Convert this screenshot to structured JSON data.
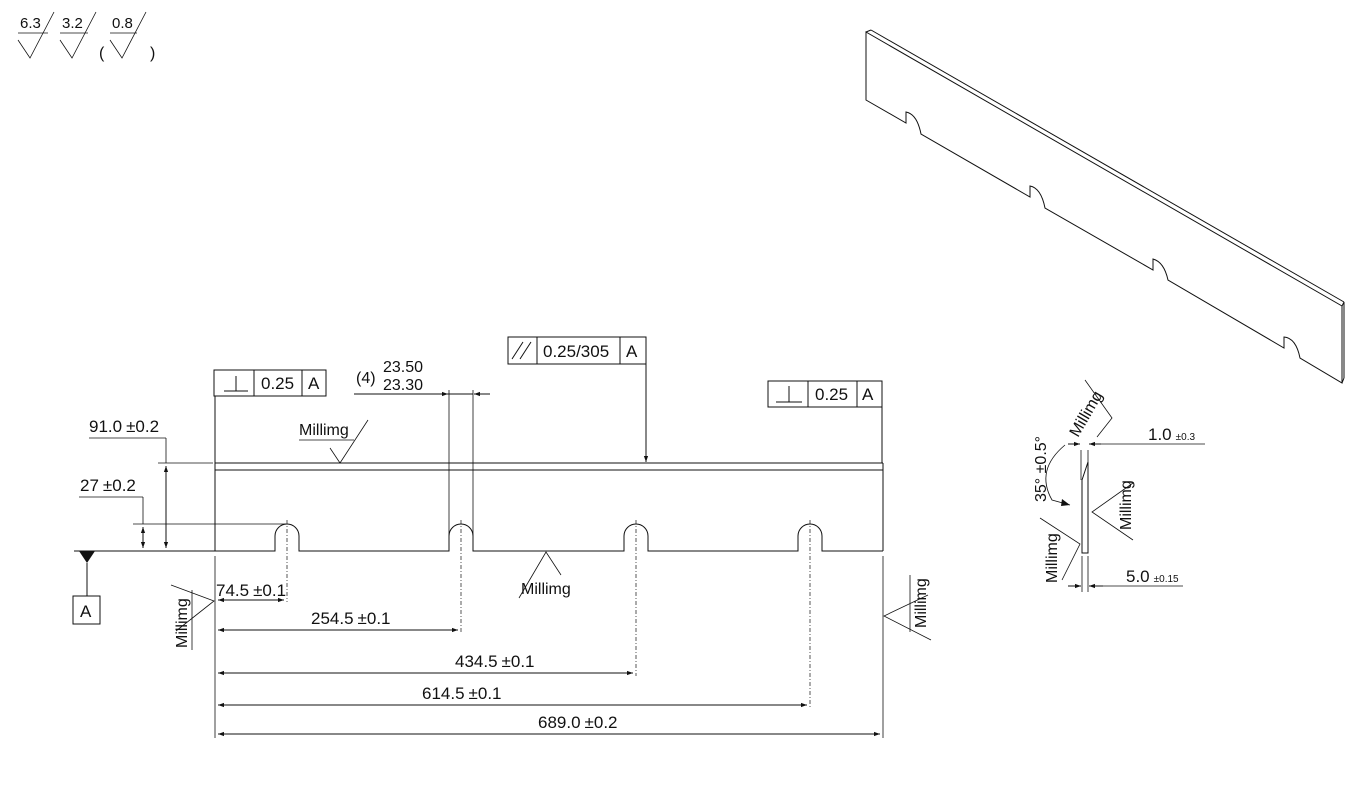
{
  "surface_finish": {
    "values": [
      "6.3",
      "3.2",
      "0.8"
    ],
    "paren_open": "(",
    "paren_close": ")"
  },
  "gdt": {
    "perp_left": {
      "tolerance": "0.25",
      "datum": "A"
    },
    "parallel": {
      "tolerance": "0.25/305",
      "datum": "A"
    },
    "perp_right": {
      "tolerance": "0.25",
      "datum": "A"
    }
  },
  "slot_width": {
    "count": "(4)",
    "upper": "23.50",
    "lower": "23.30"
  },
  "datum": {
    "label": "A"
  },
  "process_note": "Millimg",
  "dims": {
    "height_total": {
      "value": "91.0",
      "tol": "±0.2"
    },
    "slot_height": {
      "value": "27",
      "tol": "±0.2"
    },
    "d1": {
      "value": "74.5",
      "tol": "±0.1"
    },
    "d2": {
      "value": "254.5",
      "tol": "±0.1"
    },
    "d3": {
      "value": "434.5",
      "tol": "±0.1"
    },
    "d4": {
      "value": "614.5",
      "tol": "±0.1"
    },
    "length": {
      "value": "689.0",
      "tol": "±0.2"
    }
  },
  "section": {
    "angle": "35° ±0.5°",
    "edge": {
      "value": "1.0",
      "tol": "±0.3"
    },
    "thickness": {
      "value": "5.0",
      "tol": "±0.15"
    }
  }
}
